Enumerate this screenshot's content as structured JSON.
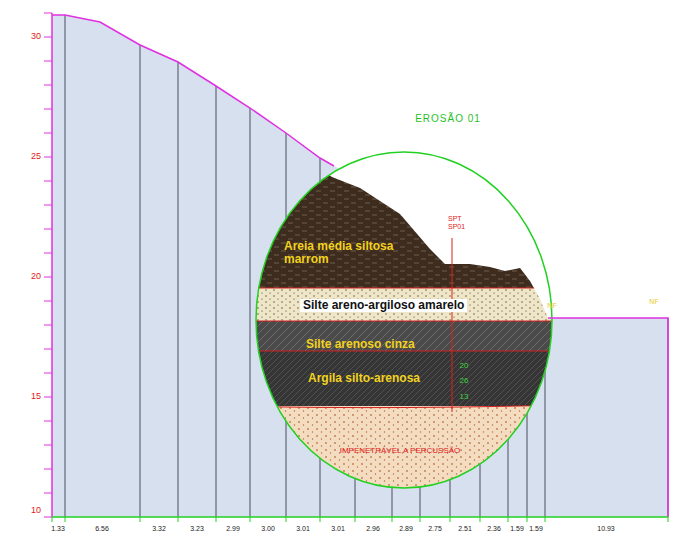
{
  "diagram": {
    "labels": [
      "30",
      "25",
      "20",
      "15",
      "10",
      "EROSÃO 01",
      "SPT SP01",
      "Areia média siltosa marrom",
      "Silte areno-argiloso amarelo",
      "Silte arenoso cinza",
      "Argila silto-arenosa",
      "IMPENETRÁVEL A PERCUSSÃO",
      "NF",
      "NF",
      "20",
      "26",
      "13",
      "1.33",
      "6.56",
      "3.32",
      "3.23",
      "2.99",
      "3.00",
      "3.01",
      "3.01",
      "2.96",
      "2.89",
      "2.75",
      "2.51",
      "2.36",
      "1.59",
      "1.59",
      "10.93"
    ]
  }
}
